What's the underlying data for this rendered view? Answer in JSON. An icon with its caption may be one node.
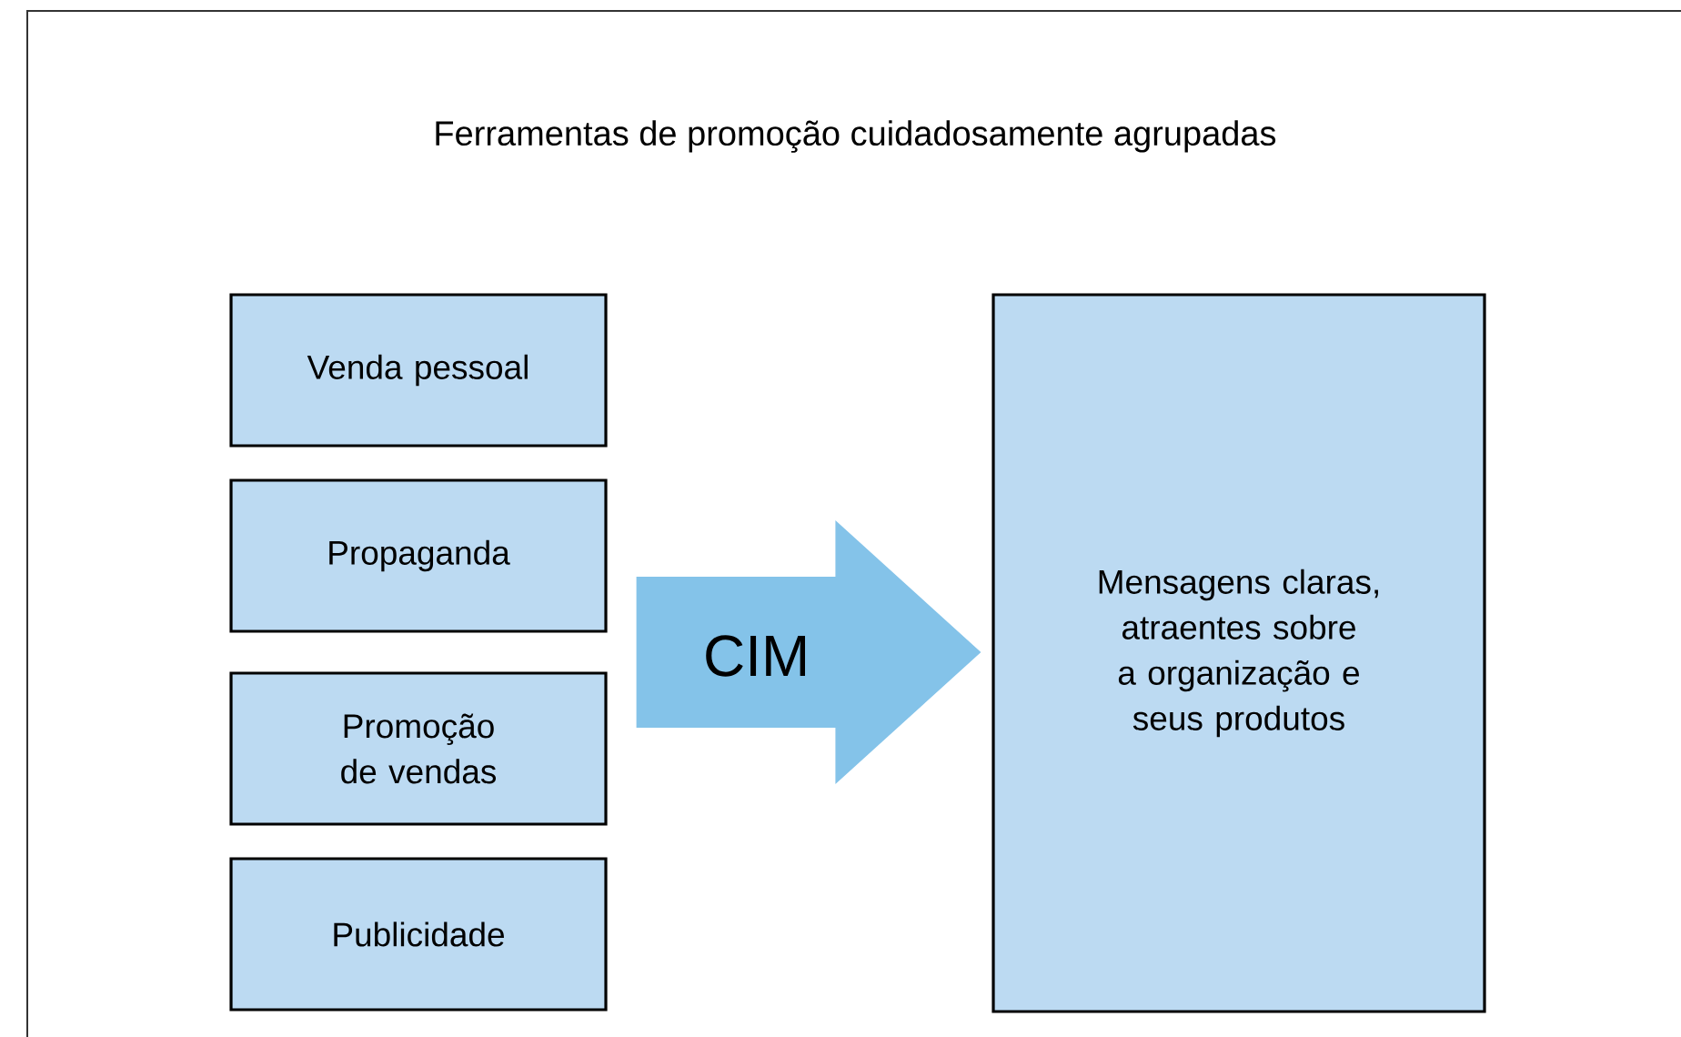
{
  "diagram": {
    "title": "Ferramentas de promoção cuidadosamente agrupadas",
    "nodes": [
      {
        "text": [
          "Venda pessoal"
        ]
      },
      {
        "text": [
          "Propaganda"
        ]
      },
      {
        "text": [
          "Promoção de vendas"
        ]
      },
      {
        "text": [
          "Publicidade"
        ]
      },
      {
        "text": [
          "Mensagens claras, atraentes sobre a organização e seus produtos"
        ]
      }
    ],
    "edges": [
      {
        "from": 0,
        "to": 4,
        "arrow": "to"
      },
      {
        "from": 1,
        "to": 4,
        "arrow": "to",
        "label": "CIM"
      },
      {
        "from": 2,
        "to": 4,
        "arrow": "to"
      },
      {
        "from": 3,
        "to": 4,
        "arrow": "to"
      }
    ]
  }
}
